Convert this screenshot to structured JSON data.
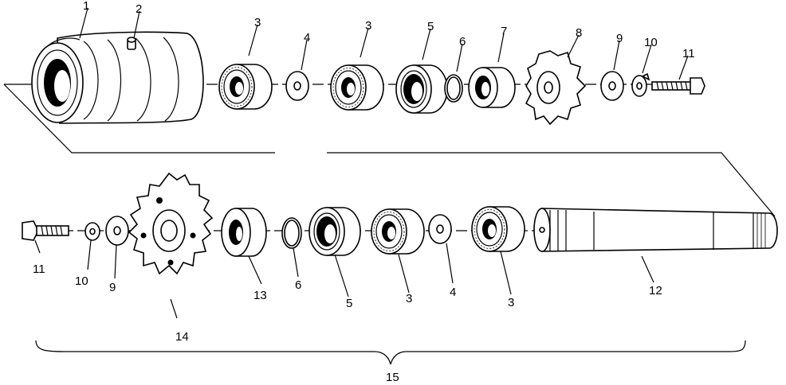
{
  "callouts": {
    "n1": "1",
    "n2": "2",
    "n3a": "3",
    "n4a": "4",
    "n3b": "3",
    "n5a": "5",
    "n6a": "6",
    "n7": "7",
    "n8": "8",
    "n9a": "9",
    "n10a": "10",
    "n11a": "11",
    "n11b": "11",
    "n10b": "10",
    "n9b": "9",
    "n14": "14",
    "n13": "13",
    "n6b": "6",
    "n5b": "5",
    "n3c": "3",
    "n4b": "4",
    "n3d": "3",
    "n12": "12",
    "n15": "15"
  }
}
